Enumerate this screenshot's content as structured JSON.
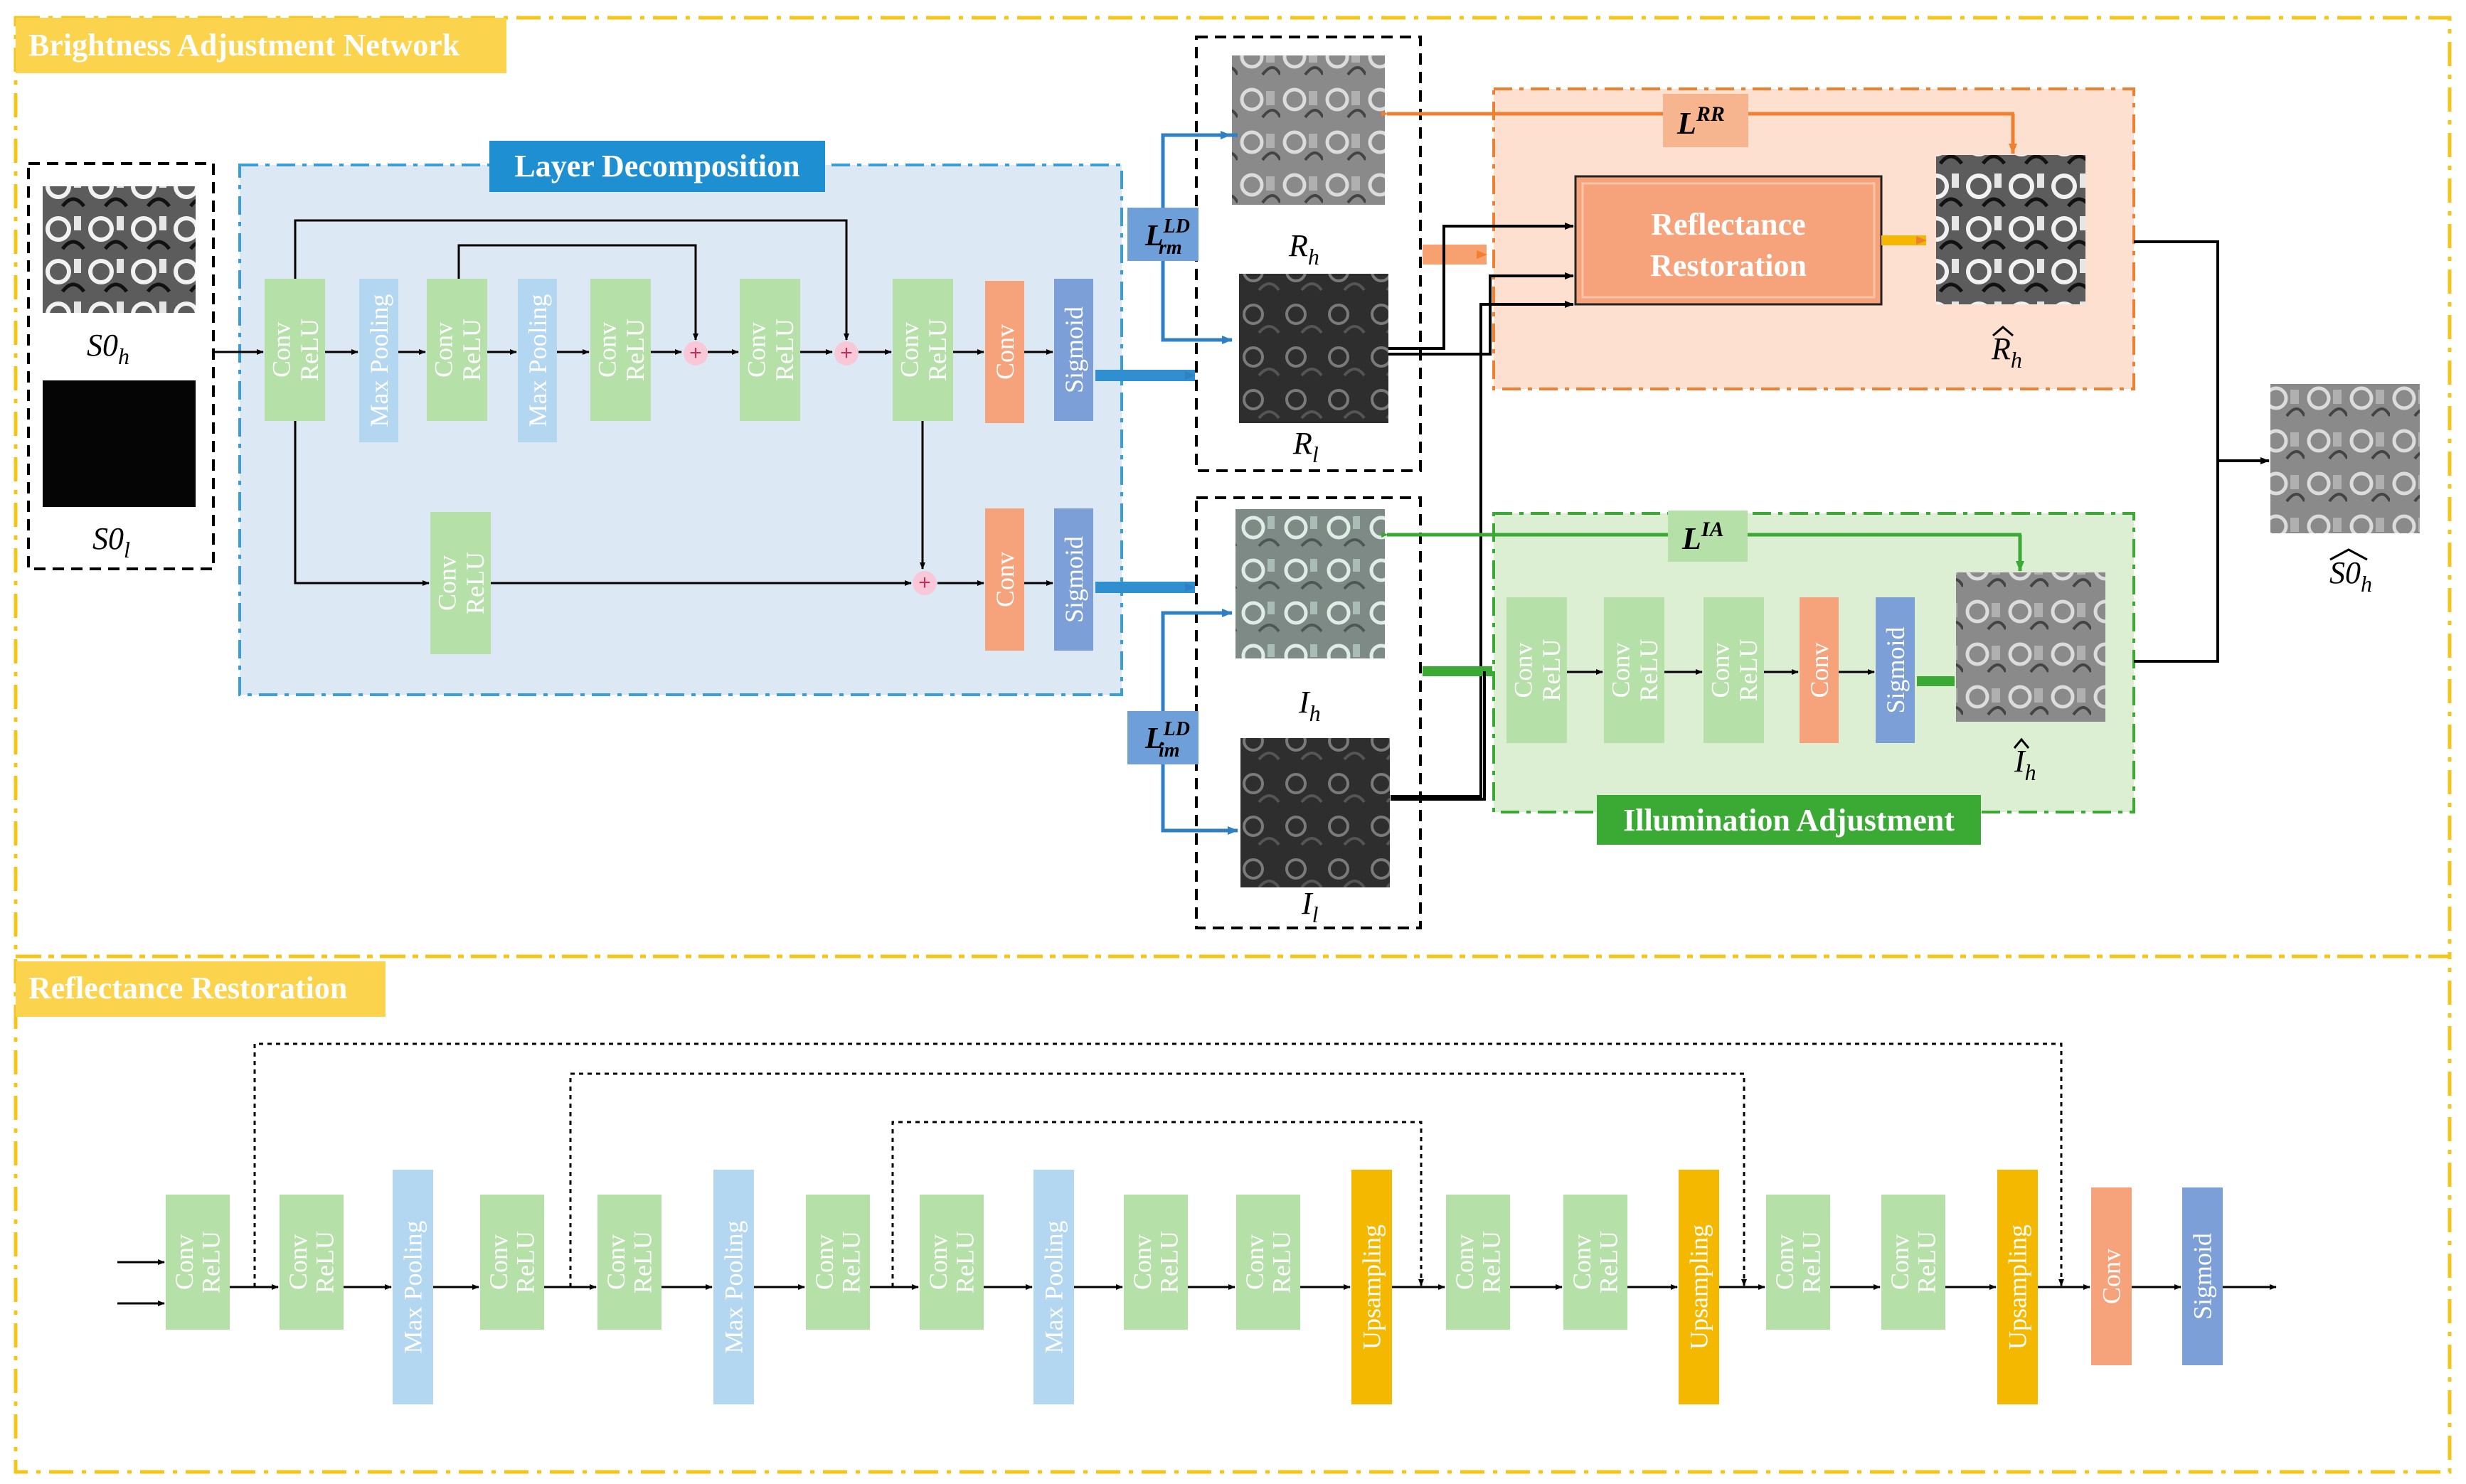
{
  "sections": {
    "top": "Brightness Adjustment Network",
    "bottom": "Reflectance Restoration"
  },
  "modules": {
    "layer_decomposition": "Layer Decomposition",
    "reflectance_restoration_line1": "Reflectance",
    "reflectance_restoration_line2": "Restoration",
    "illumination_adjustment": "Illumination Adjustment"
  },
  "blocks": {
    "conv": "Conv",
    "relu": "ReLU",
    "max_pooling": "Max Pooling",
    "sigmoid": "Sigmoid",
    "upsampling": "Upsampling",
    "plus": "+"
  },
  "symbols": {
    "s0_h": "S0",
    "s0_h_sub": "h",
    "s0_l": "S0",
    "s0_l_sub": "l",
    "r_h": "R",
    "r_h_sub": "h",
    "r_l": "R",
    "r_l_sub": "l",
    "i_h": "I",
    "i_h_sub": "h",
    "i_l": "I",
    "i_l_sub": "l",
    "r_hat": "R",
    "r_hat_sub": "h",
    "i_hat": "I",
    "i_hat_sub": "h",
    "s0_hat": "S0",
    "s0_hat_sub": "h"
  },
  "losses": {
    "rr_base": "L",
    "rr_sup": "RR",
    "ia_base": "L",
    "ia_sup": "IA",
    "ld_rm_base": "L",
    "ld_rm_sup": "LD",
    "ld_rm_sub": "rm",
    "ld_im_base": "L",
    "ld_im_sup": "LD",
    "ld_im_sub": "im"
  },
  "colors": {
    "section_border": "#f5c518",
    "section_label_bg": "#fcd34d",
    "conv_relu": "#b5e0a8",
    "max_pooling": "#b3d7f0",
    "conv_orange": "#f6a27b",
    "sigmoid": "#7b9fd6",
    "upsampling": "#f5b800",
    "ld_panel": "#dce9f5",
    "ld_border": "#3a9fd6",
    "ld_label": "#1e8fd0",
    "rr_panel": "#fde0cf",
    "rr_border": "#f08030",
    "ia_panel": "#dcefd3",
    "ia_border": "#3aaa35",
    "ia_label": "#3aaa35",
    "loss_blue": "#6f9fd8",
    "loss_orange": "#f7b58f",
    "loss_green": "#b5e0a8"
  },
  "image_icons": [
    "s0-high-photo",
    "s0-low-photo",
    "reflectance-high-photo",
    "reflectance-low-photo",
    "illumination-high-photo",
    "illumination-low-photo",
    "restored-reflectance-photo",
    "adjusted-illumination-photo",
    "output-photo"
  ]
}
